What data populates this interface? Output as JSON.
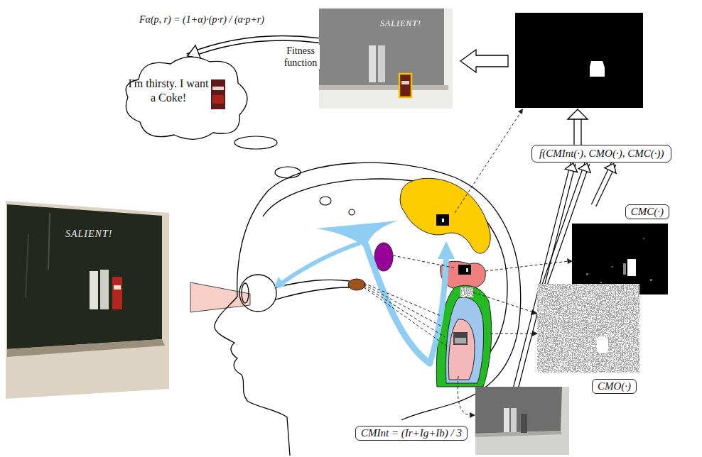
{
  "diagram": {
    "nodes": [
      {
        "text": [
          "I'm thirsty. I want a Coke!"
        ]
      },
      {
        "text": [
          "SALIENT!"
        ]
      },
      {
        "text": [
          "f(CMInt(·), CMO(·), CMC(·))"
        ]
      },
      {
        "text": [
          "CMC(·)"
        ]
      },
      {
        "text": [
          "CMO(·)"
        ]
      },
      {
        "text": [
          "CMInt = (Ir+Ig+Ib) / 3"
        ]
      }
    ],
    "edges": [
      {
        "from": 1,
        "to": 0,
        "label": "Fitness function",
        "arrow": "to"
      },
      {
        "from": 5,
        "to": 2,
        "arrow": "to"
      },
      {
        "from": 4,
        "to": 2,
        "arrow": "to"
      },
      {
        "from": 3,
        "to": 2,
        "arrow": "to"
      }
    ],
    "labels": [
      "Fα(p, r) = (1+α)·(p·r) / (α·p+r)",
      "SALIENT!"
    ]
  }
}
